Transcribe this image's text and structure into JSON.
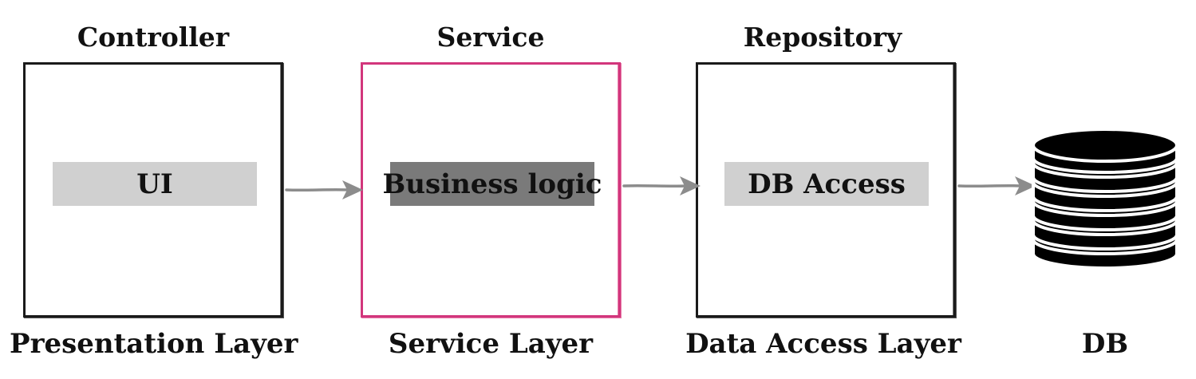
{
  "layers": [
    {
      "title": "Controller",
      "component": "UI",
      "caption": "Presentation Layer"
    },
    {
      "title": "Service",
      "component": "Business logic",
      "caption": "Service Layer"
    },
    {
      "title": "Repository",
      "component": "DB Access",
      "caption": "Data Access Layer"
    }
  ],
  "database": {
    "caption": "DB",
    "icon": "database-icon"
  },
  "colors": {
    "box_border": "#1a1a1a",
    "highlight_border": "#d2367c",
    "component_bg": "#d0d0d0",
    "component_highlight_bg": "#7a7a7a",
    "arrow": "#8c8c8c",
    "db_fill": "#000000"
  }
}
